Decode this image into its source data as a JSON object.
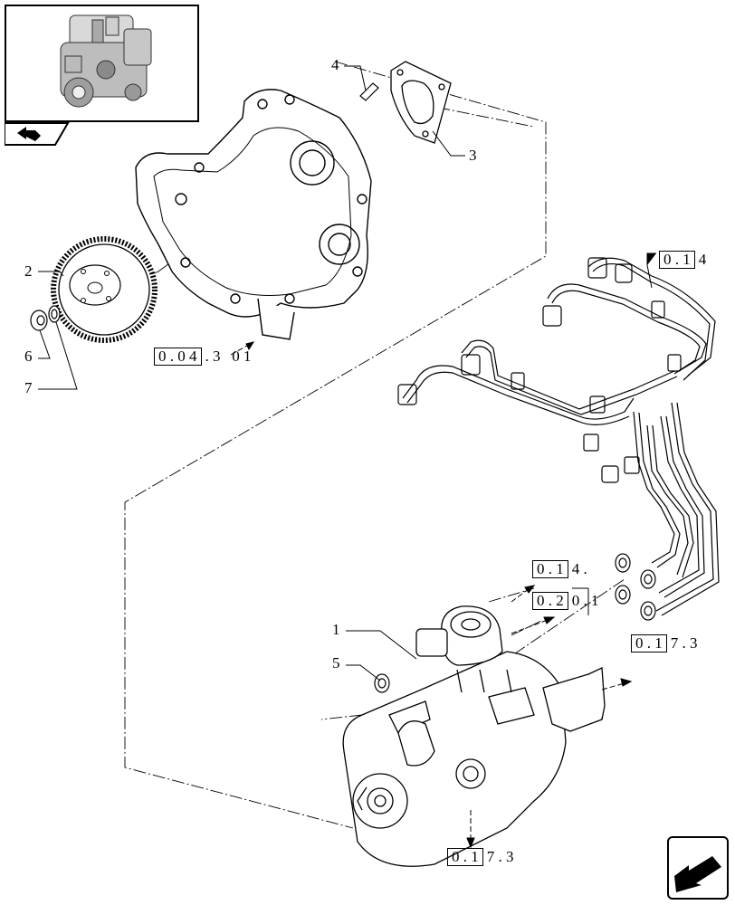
{
  "thumbnail": {
    "icon": "engine-thumbnail-icon"
  },
  "nav_button": {
    "icon": "previous-page-arrow-icon"
  },
  "exit_button": {
    "icon": "exit-arrow-icon"
  },
  "callouts": {
    "c1": "1",
    "c2": "2",
    "c3": "3",
    "c4": "4",
    "c5": "5",
    "c6": "6",
    "c7": "7"
  },
  "references": {
    "ref_timing_cover": {
      "boxed": "0 . 0 4",
      "rest": ". 3   0 1"
    },
    "ref_injector_lines": {
      "boxed": "0 . 1",
      "rest": "4"
    },
    "ref_pump_left_14": {
      "boxed": "0 . 1",
      "rest": "4 ."
    },
    "ref_pump_left_20": {
      "boxed": "0 . 2",
      "rest": "0 . 1"
    },
    "ref_pump_right_173": {
      "boxed": "0 . 1",
      "rest": "7 . 3"
    },
    "ref_pump_bottom_173": {
      "boxed": "0 . 1",
      "rest": "7 . 3"
    }
  }
}
